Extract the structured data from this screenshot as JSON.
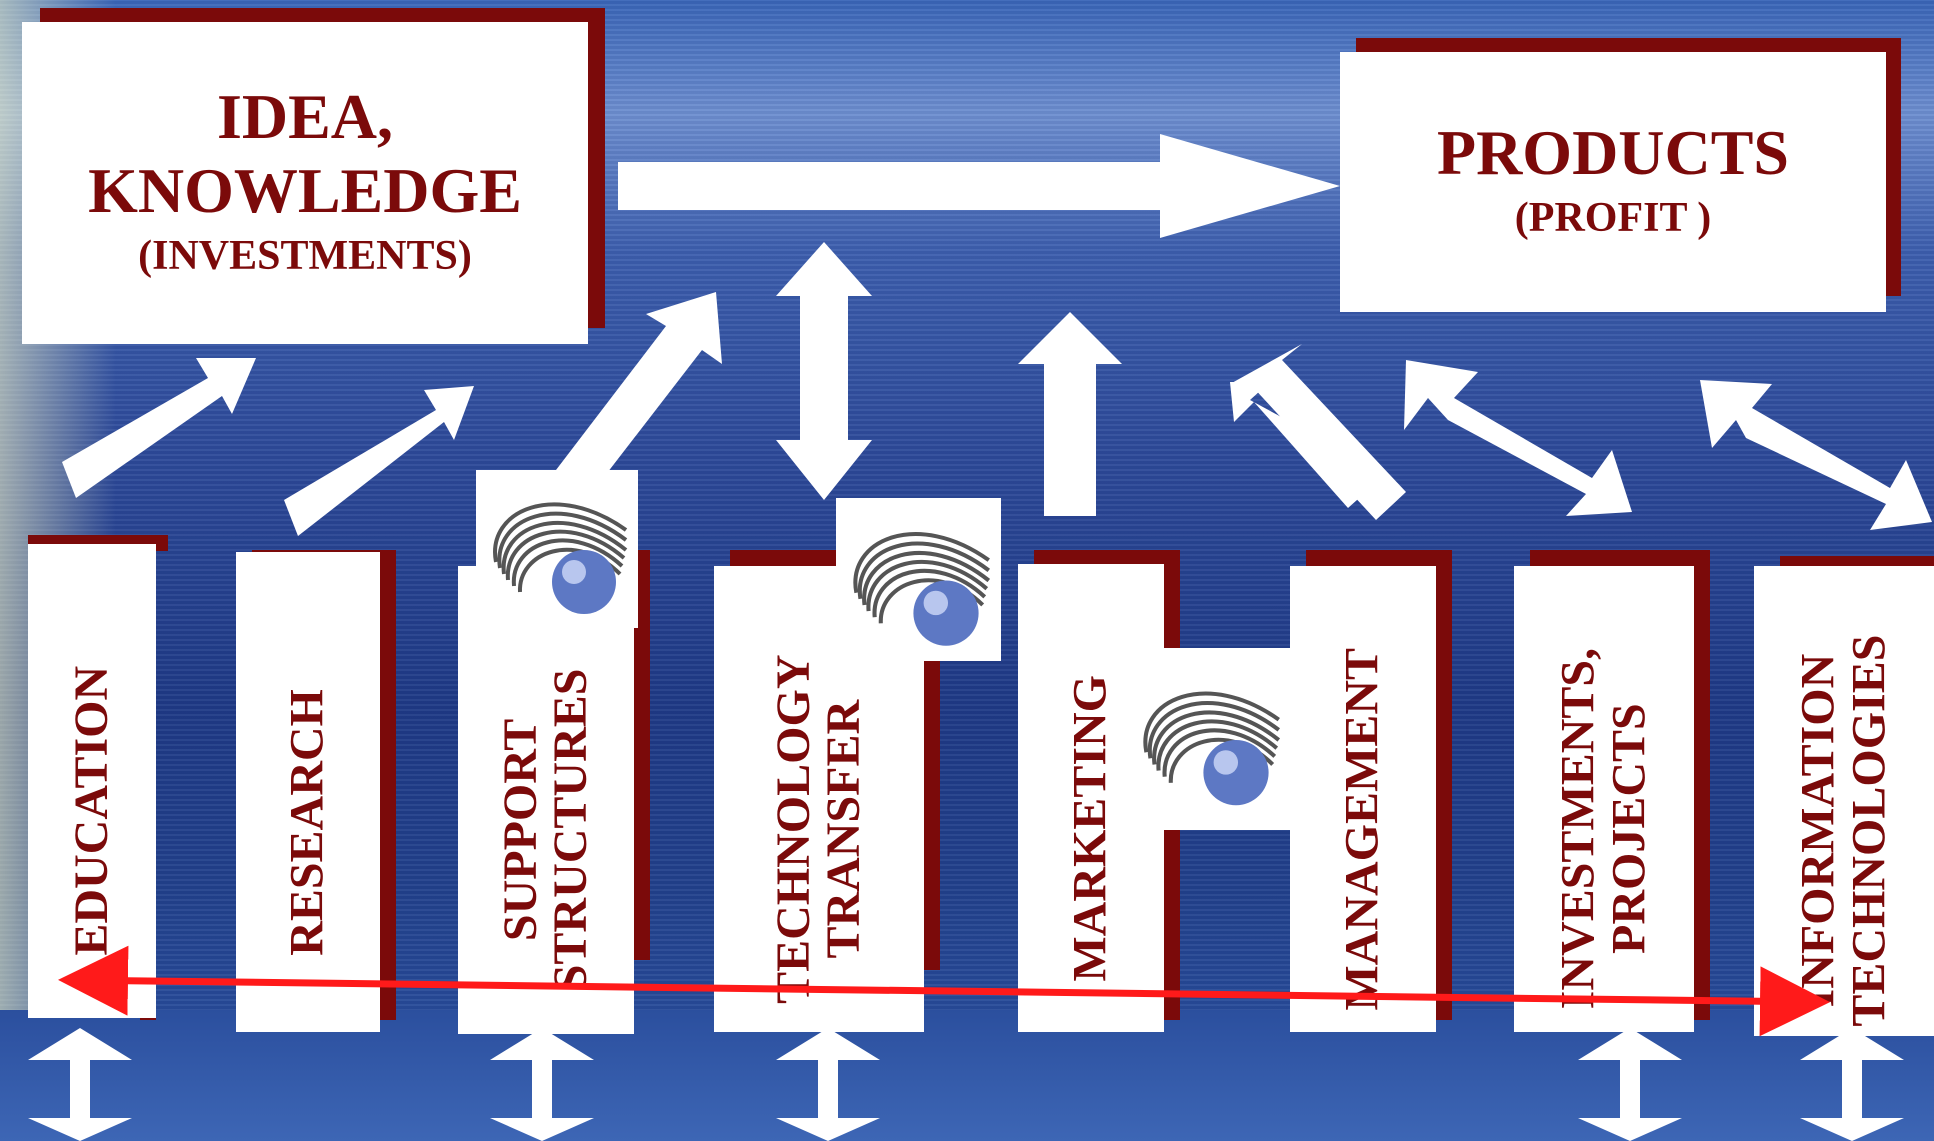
{
  "top_left_box": {
    "line1": "IDEA,",
    "line2": "KNOWLEDGE",
    "line3": "(INVESTMENTS)"
  },
  "top_right_box": {
    "line1": "PRODUCTS",
    "line2": "(PROFIT )"
  },
  "pillars": [
    {
      "lines": [
        "EDUCATION"
      ]
    },
    {
      "lines": [
        "RESEARCH"
      ]
    },
    {
      "lines": [
        "SUPPORT",
        "STRUCTURES"
      ]
    },
    {
      "lines": [
        "TECHNOLOGY",
        "TRANSFER"
      ]
    },
    {
      "lines": [
        "MARKETING"
      ]
    },
    {
      "lines": [
        "MANAGEMENT"
      ]
    },
    {
      "lines": [
        "INVESTMENTS,",
        "PROJECTS"
      ]
    },
    {
      "lines": [
        "INFORMATION",
        "TECHNOLOGIES"
      ]
    }
  ],
  "colors": {
    "accent": "#7b0a0a",
    "connector": "#ff1a1a",
    "arrow": "#ffffff"
  },
  "icons": [
    "swirl-sphere-logo"
  ]
}
